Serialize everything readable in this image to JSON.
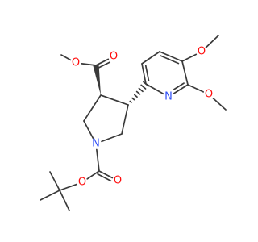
{
  "molecule": {
    "atoms": [
      {
        "key": "me1",
        "label": "",
        "color": "#3a3a3a"
      },
      {
        "key": "o_ester_single",
        "label": "O",
        "color": "#ff0d0d"
      },
      {
        "key": "c_ester",
        "label": "",
        "color": "#3a3a3a"
      },
      {
        "key": "o_ester_double",
        "label": "O",
        "color": "#ff0d0d"
      },
      {
        "key": "c3",
        "label": "",
        "color": "#3a3a3a"
      },
      {
        "key": "c4",
        "label": "",
        "color": "#3a3a3a"
      },
      {
        "key": "c2",
        "label": "",
        "color": "#3a3a3a"
      },
      {
        "key": "n1",
        "label": "N",
        "color": "#3050f8"
      },
      {
        "key": "c5",
        "label": "",
        "color": "#3a3a3a"
      },
      {
        "key": "c_boc",
        "label": "",
        "color": "#3a3a3a"
      },
      {
        "key": "o_boc_double",
        "label": "O",
        "color": "#ff0d0d"
      },
      {
        "key": "o_boc_single",
        "label": "O",
        "color": "#ff0d0d"
      },
      {
        "key": "c_tbu",
        "label": "",
        "color": "#3a3a3a"
      },
      {
        "key": "me_a",
        "label": "",
        "color": "#3a3a3a"
      },
      {
        "key": "me_b",
        "label": "",
        "color": "#3a3a3a"
      },
      {
        "key": "me_c",
        "label": "",
        "color": "#3a3a3a"
      },
      {
        "key": "py_c2",
        "label": "",
        "color": "#3a3a3a"
      },
      {
        "key": "py_c3",
        "label": "",
        "color": "#3a3a3a"
      },
      {
        "key": "py_c4",
        "label": "",
        "color": "#3a3a3a"
      },
      {
        "key": "py_c5",
        "label": "",
        "color": "#3a3a3a"
      },
      {
        "key": "py_c6",
        "label": "",
        "color": "#3a3a3a"
      },
      {
        "key": "py_n1",
        "label": "N",
        "color": "#3050f8"
      },
      {
        "key": "o_meo5",
        "label": "O",
        "color": "#ff0d0d"
      },
      {
        "key": "me_meo5",
        "label": "",
        "color": "#3a3a3a"
      },
      {
        "key": "o_meo6",
        "label": "O",
        "color": "#ff0d0d"
      },
      {
        "key": "me_meo6",
        "label": "",
        "color": "#3a3a3a"
      }
    ],
    "bonds": [
      {
        "from": "me1",
        "to": "o_ester_single",
        "order": 1
      },
      {
        "from": "o_ester_single",
        "to": "c_ester",
        "order": 1
      },
      {
        "from": "c_ester",
        "to": "o_ester_double",
        "order": 2
      },
      {
        "from": "c3",
        "to": "c_ester",
        "order": 1,
        "stereo": "wedge"
      },
      {
        "from": "c3",
        "to": "c4",
        "order": 1
      },
      {
        "from": "c3",
        "to": "c2",
        "order": 1
      },
      {
        "from": "c2",
        "to": "n1",
        "order": 1
      },
      {
        "from": "n1",
        "to": "c5",
        "order": 1
      },
      {
        "from": "c5",
        "to": "c4",
        "order": 1
      },
      {
        "from": "c4",
        "to": "py_c2",
        "order": 1,
        "stereo": "hash"
      },
      {
        "from": "n1",
        "to": "c_boc",
        "order": 1
      },
      {
        "from": "c_boc",
        "to": "o_boc_double",
        "order": 2
      },
      {
        "from": "c_boc",
        "to": "o_boc_single",
        "order": 1
      },
      {
        "from": "o_boc_single",
        "to": "c_tbu",
        "order": 1
      },
      {
        "from": "c_tbu",
        "to": "me_a",
        "order": 1
      },
      {
        "from": "c_tbu",
        "to": "me_b",
        "order": 1
      },
      {
        "from": "c_tbu",
        "to": "me_c",
        "order": 1
      },
      {
        "from": "py_c2",
        "to": "py_c3",
        "order": 2
      },
      {
        "from": "py_c3",
        "to": "py_c4",
        "order": 1
      },
      {
        "from": "py_c4",
        "to": "py_c5",
        "order": 2
      },
      {
        "from": "py_c5",
        "to": "py_c6",
        "order": 1
      },
      {
        "from": "py_c6",
        "to": "py_n1",
        "order": 2
      },
      {
        "from": "py_n1",
        "to": "py_c2",
        "order": 1
      },
      {
        "from": "py_c5",
        "to": "o_meo5",
        "order": 1
      },
      {
        "from": "o_meo5",
        "to": "me_meo5",
        "order": 1
      },
      {
        "from": "py_c6",
        "to": "o_meo6",
        "order": 1
      },
      {
        "from": "o_meo6",
        "to": "me_meo6",
        "order": 1
      }
    ]
  }
}
